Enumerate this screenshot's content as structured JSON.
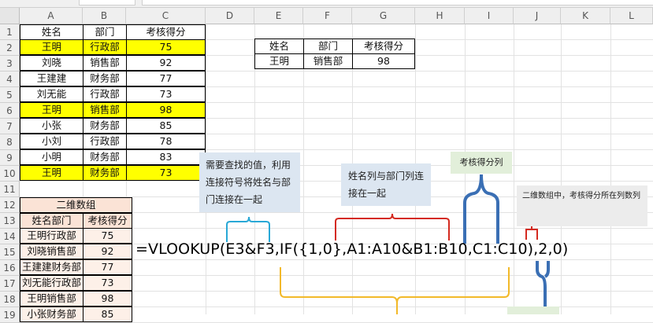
{
  "columns": [
    "A",
    "B",
    "C",
    "D",
    "E",
    "F",
    "G",
    "H",
    "I",
    "J",
    "K",
    "L"
  ],
  "rows": [
    "1",
    "2",
    "3",
    "4",
    "5",
    "6",
    "7",
    "8",
    "9",
    "10",
    "11",
    "12",
    "13",
    "14",
    "15",
    "16",
    "17",
    "18",
    "19"
  ],
  "main_table": {
    "headers": [
      "姓名",
      "部门",
      "考核得分"
    ],
    "rows": [
      [
        "王明",
        "行政部",
        "75"
      ],
      [
        "刘晓",
        "销售部",
        "92"
      ],
      [
        "王建建",
        "财务部",
        "77"
      ],
      [
        "刘无能",
        "行政部",
        "73"
      ],
      [
        "王明",
        "销售部",
        "98"
      ],
      [
        "小张",
        "财务部",
        "85"
      ],
      [
        "小刘",
        "行政部",
        "78"
      ],
      [
        "小明",
        "财务部",
        "83"
      ],
      [
        "王明",
        "财务部",
        "73"
      ]
    ]
  },
  "lookup_table": {
    "headers": [
      "姓名",
      "部门",
      "考核得分"
    ],
    "row": [
      "王明",
      "销售部",
      "98"
    ]
  },
  "array_table": {
    "title": "二维数组",
    "headers": [
      "姓名部门",
      "考核得分"
    ],
    "rows": [
      [
        "王明行政部",
        "75"
      ],
      [
        "刘晓销售部",
        "92"
      ],
      [
        "王建建财务部",
        "77"
      ],
      [
        "刘无能行政部",
        "73"
      ],
      [
        "王明销售部",
        "98"
      ],
      [
        "小张财务部",
        "85"
      ]
    ]
  },
  "notes": {
    "lookup_value": "需要查找的值，利用连接符号将姓名与部门连接在一起",
    "join_columns": "姓名列与部门列连接在一起",
    "score_column": "考核得分列",
    "column_index": "二维数组中，考核得分所在列数列"
  },
  "formula": "=VLOOKUP(E3&F3,IF({1,0},A1:A10&B1:B10,C1:C10),2,0)",
  "colors": {
    "yellow_highlight": "#ffff00",
    "peach_header": "#fbe3d6",
    "peach_cell": "#fdf0e8",
    "note_blue": "#dce6f1",
    "note_gray": "#ececec",
    "note_green": "#e2efda",
    "brace_cyan": "#29a8d6",
    "brace_red": "#d42a20",
    "brace_blue": "#3a6fb4",
    "brace_yellow": "#f2b92a"
  }
}
